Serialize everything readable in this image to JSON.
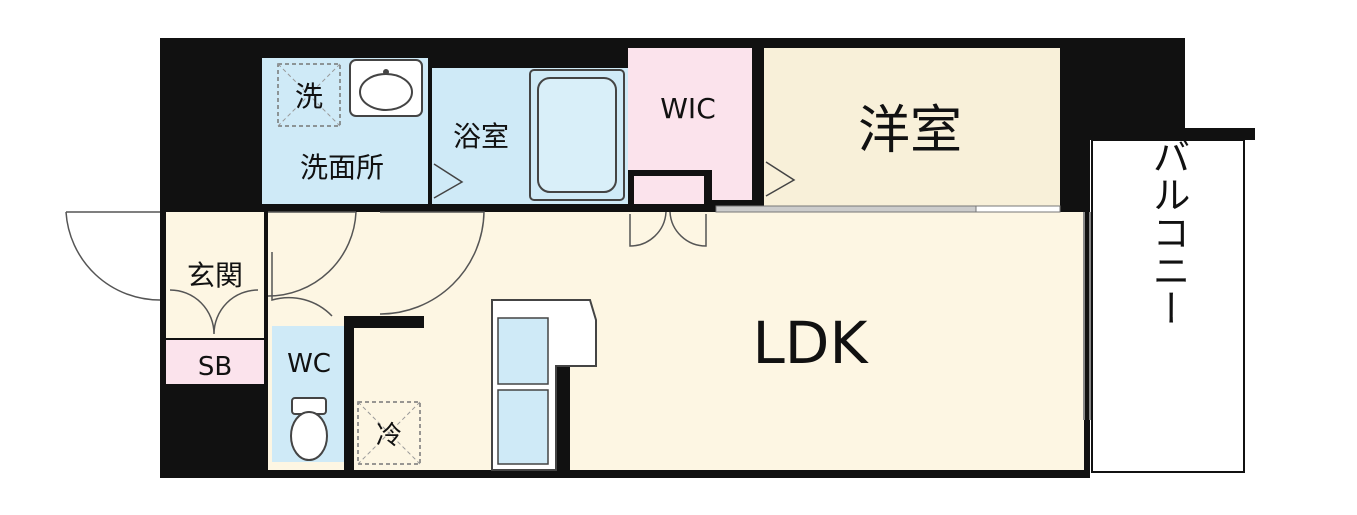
{
  "colors": {
    "wall": "#111111",
    "wet_area": "#cfeaf7",
    "living": "#fdf6e3",
    "room": "#f8f0d9",
    "closet": "#fbe3ec",
    "balcony": "#ffffff",
    "line": "#555555"
  },
  "rooms": {
    "washroom_label": "洗面所",
    "washer_label": "洗",
    "bath_label": "浴室",
    "wic_label": "WIC",
    "western_room_label": "洋室",
    "entrance_label": "玄関",
    "shoebox_label": "SB",
    "toilet_label": "WC",
    "fridge_label": "冷",
    "ldk_label": "LDK",
    "balcony_label": "バルコニー"
  },
  "icons": {
    "sink": "sink-icon",
    "bathtub": "bathtub-icon",
    "toilet": "toilet-icon",
    "kitchen": "kitchen-counter-icon",
    "door": "door-swing-icon"
  }
}
